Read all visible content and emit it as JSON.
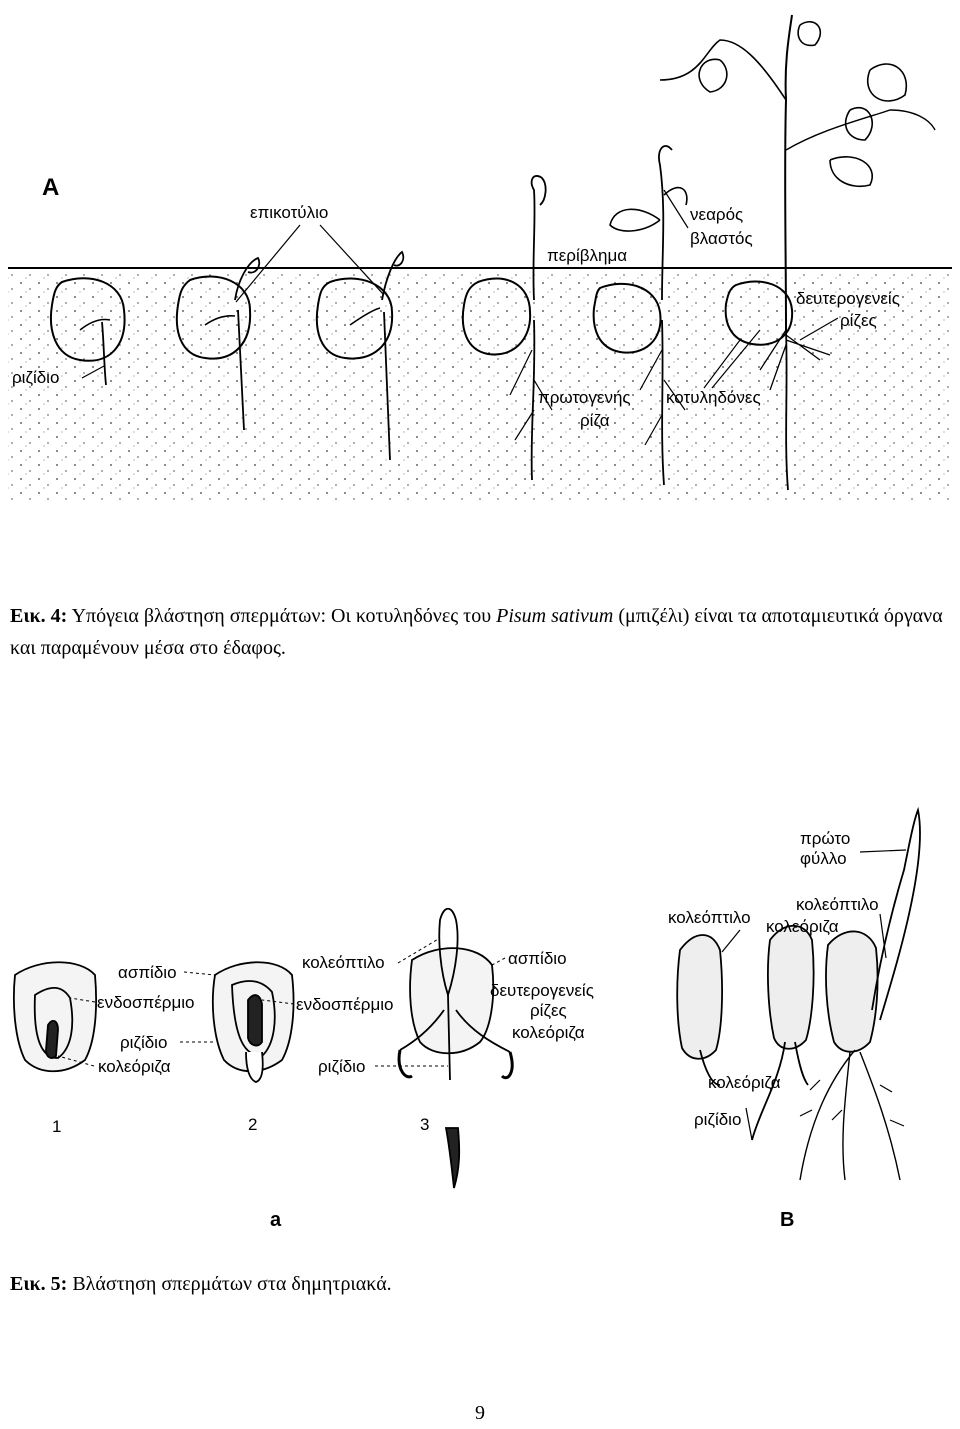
{
  "figure_a": {
    "panel_letter": "A",
    "labels": {
      "epicotyl": "επικοτύλιο",
      "radicle": "ριζίδιο",
      "seed_coat": "περίβλημα",
      "young_shoot_1": "νεαρός",
      "young_shoot_2": "βλαστός",
      "secondary_roots_1": "δευτερογενείς",
      "secondary_roots_2": "ρίζες",
      "primary_root_1": "πρωτογενής",
      "primary_root_2": "ρίζα",
      "cotyledons": "κοτυληδόνες"
    }
  },
  "caption_4": {
    "prefix": "Εικ. 4:",
    "text_1": " Υπόγεια βλάστηση σπερμάτων: Οι κοτυληδόνες του ",
    "species": "Pisum sativum",
    "text_2": " (μπιζέλι) είναι τα αποταμιευτικά όργανα και παραμένουν μέσα στο έδαφος."
  },
  "figure_b": {
    "panel_a_letter": "a",
    "panel_b_letter": "B",
    "stage_numbers": [
      "1",
      "2",
      "3"
    ],
    "labels": {
      "scutellum": "ασπίδιο",
      "endosperm": "ενδοσπέρμιο",
      "radicle": "ριζίδιο",
      "coleorhiza": "κολεόριζα",
      "coleoptile": "κολεόπτιλο",
      "secondary_roots_1": "δευτερογενείς",
      "secondary_roots_2": "ρίζες",
      "first_leaf_1": "πρώτο",
      "first_leaf_2": "φύλλο"
    }
  },
  "caption_5": {
    "prefix": "Εικ. 5:",
    "text": " Βλάστηση σπερμάτων στα δημητριακά."
  },
  "page_number": "9"
}
